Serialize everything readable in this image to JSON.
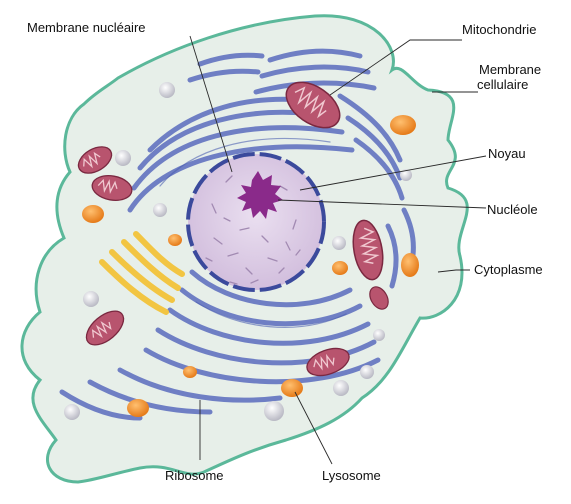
{
  "labels": {
    "membrane_nucleaire": "Membrane nucléaire",
    "mitochondrie": "Mitochondrie",
    "membrane_cellulaire_line1": "Membrane",
    "membrane_cellulaire_line2": "cellulaire",
    "noyau": "Noyau",
    "nucleole": "Nucléole",
    "cytoplasme": "Cytoplasme",
    "ribosome": "Ribosome",
    "lysosome": "Lysosome"
  },
  "colors": {
    "cell_membrane": "#5bb89a",
    "cytoplasm": "#e7efe9",
    "endoplasmic_reticulum": "#6f7fc4",
    "nucleus": "#dccbe2",
    "nuclear_membrane": "#3b4a9c",
    "nucleolus": "#8a2a8a",
    "mitochondria": "#b8546e",
    "lysosome": "#f08a2c",
    "golgi": "#f2c542",
    "vacuole": "#d9d9de"
  }
}
